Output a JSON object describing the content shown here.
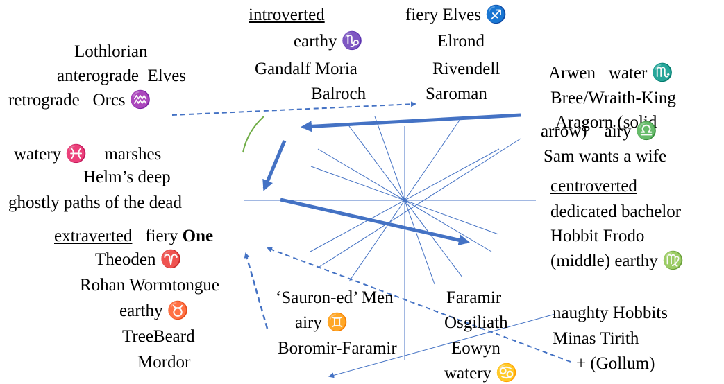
{
  "colors": {
    "text": "#000000",
    "thin_line": "#4472c4",
    "arrow": "#4472c4",
    "arc": "#70ad47"
  },
  "top": {
    "introverted": "introverted",
    "earthy_capricorn": "earthy ♑",
    "gandalf_moria": "Gandalf Moria",
    "balroch": "Balroch",
    "fiery_elves": "fiery Elves ♐",
    "elrond": "Elrond",
    "rivendell": "Rivendell",
    "saroman": "Saroman"
  },
  "upper_left": {
    "lothlorian": "Lothlorian",
    "anterograde_elves": "anterograde  Elves",
    "retrograde_orcs": "retrograde   Orcs ♒"
  },
  "upper_right": {
    "arwen": "Arwen   water ♏",
    "bree": "Bree/Wraith-King",
    "aragorn": " Aragorn (solid",
    "arrow_airy": "arrow)    airy ♎",
    "sam": "Sam wants a wife"
  },
  "left": {
    "watery_pisces": "watery ♓    marshes",
    "helms_deep": "Helm’s deep",
    "ghostly_paths": "ghostly paths of the dead"
  },
  "right": {
    "centroverted": "centroverted",
    "dedicated_bachelor": "dedicated bachelor",
    "hobbit_frodo": "Hobbit Frodo",
    "middle_earthy": "(middle) earthy ♍"
  },
  "lower_left": {
    "extraverted": "extraverted",
    "fiery": "   fiery ",
    "one": "One",
    "theoden": "Theoden ♈",
    "rohan": "Rohan Wormtongue",
    "earthy_taurus": "earthy ♉",
    "treebeard": "TreeBeard",
    "mordor": "Mordor"
  },
  "bottom": {
    "sauroned_men": "‘Sauron-ed’ Men",
    "airy_gemini": "airy ♊",
    "boromir_faramir": "Boromir-Faramir",
    "faramir": "Faramir",
    "osgiliath": "Osgiliath",
    "eowyn": "Eowyn",
    "watery_cancer": "watery ♋"
  },
  "lower_right": {
    "naughty_hobbits": "naughty Hobbits",
    "minas_tirith": "Minas Tirith",
    "gollum": "+ (Gollum)"
  }
}
